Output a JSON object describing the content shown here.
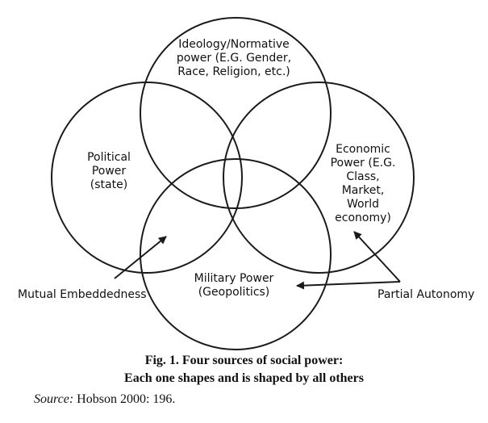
{
  "diagram": {
    "circles": [
      {
        "id": "ideology",
        "label": "Ideology/Normative\npower (E.G. Gender,\nRace, Religion, etc.)"
      },
      {
        "id": "political",
        "label": "Political\nPower\n(state)"
      },
      {
        "id": "economic",
        "label": "Economic\nPower (E.G.\nClass,\nMarket,\nWorld\neconomy)"
      },
      {
        "id": "military",
        "label": "Military Power\n(Geopolitics)"
      }
    ],
    "annotations": {
      "mutual": "Mutual Embeddedness",
      "partial": "Partial Autonomy"
    }
  },
  "caption": {
    "line1": "Fig. 1. Four sources of social power:",
    "line2": "Each one shapes and is shaped by all others"
  },
  "source": {
    "label": "Source:",
    "text": "Hobson 2000: 196."
  },
  "colors": {
    "line": "#1a1a1a",
    "text": "#111111"
  }
}
